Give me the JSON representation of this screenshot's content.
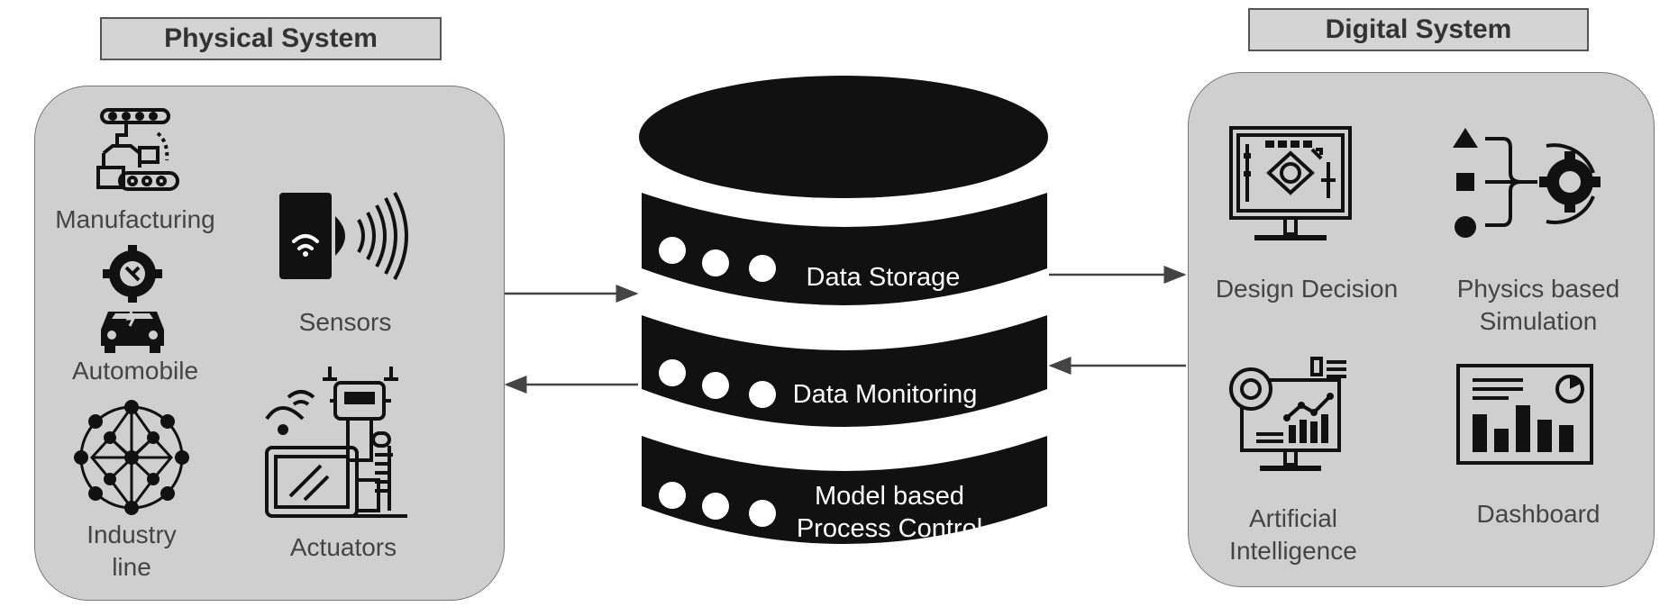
{
  "physical": {
    "title": "Physical System",
    "items": {
      "manufacturing": "Manufacturing",
      "sensors": "Sensors",
      "automobile": "Automobile",
      "industry_line_1": "Industry",
      "industry_line_2": "line",
      "actuators": "Actuators"
    }
  },
  "digital": {
    "title": "Digital System",
    "items": {
      "design_decision": "Design Decision",
      "physics_1": "Physics based",
      "physics_2": "Simulation",
      "ai_1": "Artificial",
      "ai_2": "Intelligence",
      "dashboard": "Dashboard"
    }
  },
  "database": {
    "layers": {
      "storage": "Data Storage",
      "monitoring": "Data Monitoring",
      "control_1": "Model based",
      "control_2": "Process Control"
    }
  },
  "colors": {
    "panel": "#cfcfcf",
    "ink": "#111111",
    "label": "#444444"
  }
}
